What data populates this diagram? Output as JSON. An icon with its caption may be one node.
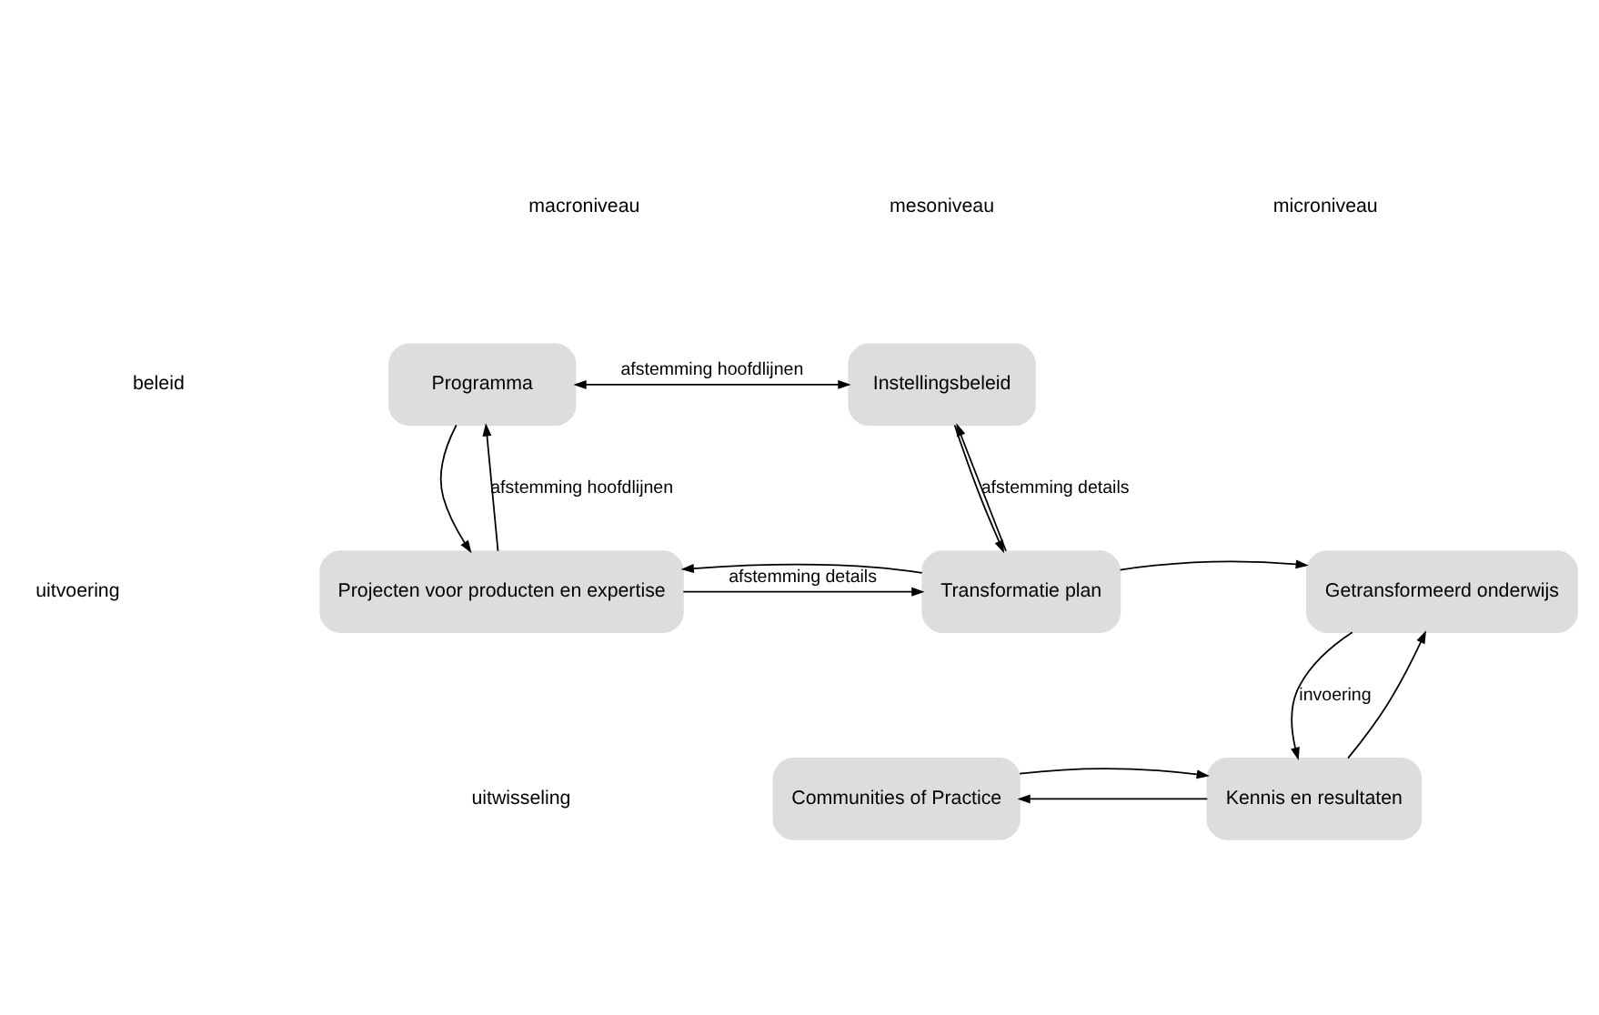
{
  "diagram": {
    "nodes": [
      {
        "text": [
          "Programma"
        ]
      },
      {
        "text": [
          "Instellingsbeleid"
        ]
      },
      {
        "text": [
          "Projecten voor producten en expertise"
        ]
      },
      {
        "text": [
          "Transformatie plan"
        ]
      },
      {
        "text": [
          "Getransformeerd onderwijs"
        ]
      },
      {
        "text": [
          "Communities of Practice"
        ]
      },
      {
        "text": [
          "Kennis en resultaten"
        ]
      }
    ],
    "edges": [
      {
        "from": 0,
        "to": 1,
        "arrow": "both",
        "label": "afstemming hoofdlijnen"
      },
      {
        "from": 0,
        "to": 2,
        "arrow": "to"
      },
      {
        "from": 2,
        "to": 0,
        "arrow": "to",
        "label": "afstemming hoofdlijnen"
      },
      {
        "from": 1,
        "to": 3,
        "arrow": "to"
      },
      {
        "from": 3,
        "to": 1,
        "arrow": "to",
        "label": "afstemming details"
      },
      {
        "from": 3,
        "to": 2,
        "arrow": "to"
      },
      {
        "from": 2,
        "to": 3,
        "arrow": "to",
        "label": "afstemming details"
      },
      {
        "from": 3,
        "to": 4,
        "arrow": "to"
      },
      {
        "from": 4,
        "to": 6,
        "arrow": "to",
        "label": "invoering"
      },
      {
        "from": 6,
        "to": 4,
        "arrow": "to"
      },
      {
        "from": 6,
        "to": 5,
        "arrow": "to"
      },
      {
        "from": 5,
        "to": 6,
        "arrow": "to"
      }
    ],
    "labels": [
      "macroniveau",
      "mesoniveau",
      "microniveau",
      "beleid",
      "uitvoering",
      "uitwisseling"
    ]
  }
}
